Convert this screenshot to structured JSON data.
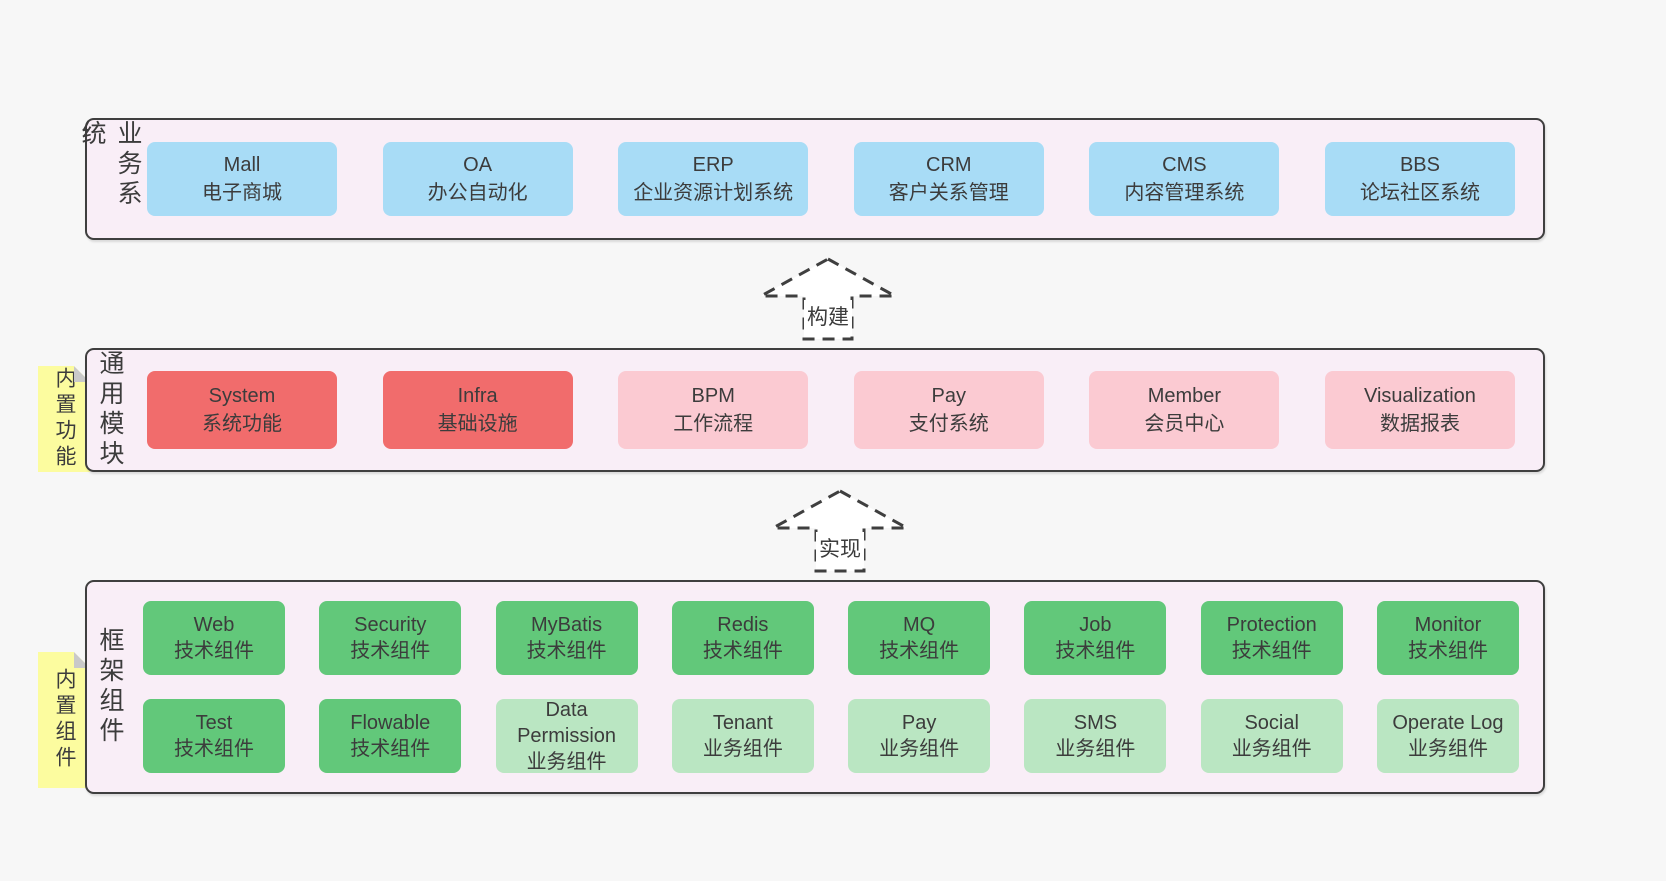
{
  "colors": {
    "background": "#f7f7f7",
    "container_fill": "#f9eef7",
    "container_border": "#3f3f3f",
    "blue": "#a8dcf6",
    "red": "#f16c6c",
    "pink": "#fbcad2",
    "green_dark": "#62c87a",
    "green_light": "#bae6c2",
    "note_yellow": "#fcfc9f",
    "fold_gray": "#c9c9c9",
    "text": "#3c3c3c"
  },
  "layer_business": {
    "label": "业务系统",
    "boxes": [
      {
        "title": "Mall",
        "subtitle": "电子商城",
        "variant": "blue"
      },
      {
        "title": "OA",
        "subtitle": "办公自动化",
        "variant": "blue"
      },
      {
        "title": "ERP",
        "subtitle": "企业资源计划系统",
        "variant": "blue"
      },
      {
        "title": "CRM",
        "subtitle": "客户关系管理",
        "variant": "blue"
      },
      {
        "title": "CMS",
        "subtitle": "内容管理系统",
        "variant": "blue"
      },
      {
        "title": "BBS",
        "subtitle": "论坛社区系统",
        "variant": "blue"
      }
    ]
  },
  "arrow_build": {
    "label": "构建"
  },
  "layer_modules": {
    "label": "通用模块",
    "note": "内置功能",
    "boxes": [
      {
        "title": "System",
        "subtitle": "系统功能",
        "variant": "red"
      },
      {
        "title": "Infra",
        "subtitle": "基础设施",
        "variant": "red"
      },
      {
        "title": "BPM",
        "subtitle": "工作流程",
        "variant": "pink"
      },
      {
        "title": "Pay",
        "subtitle": "支付系统",
        "variant": "pink"
      },
      {
        "title": "Member",
        "subtitle": "会员中心",
        "variant": "pink"
      },
      {
        "title": "Visualization",
        "subtitle": "数据报表",
        "variant": "pink"
      }
    ]
  },
  "arrow_implement": {
    "label": "实现"
  },
  "layer_components": {
    "label": "框架组件",
    "note": "内置组件",
    "row1": [
      {
        "title": "Web",
        "subtitle": "技术组件",
        "variant": "green-dark"
      },
      {
        "title": "Security",
        "subtitle": "技术组件",
        "variant": "green-dark"
      },
      {
        "title": "MyBatis",
        "subtitle": "技术组件",
        "variant": "green-dark"
      },
      {
        "title": "Redis",
        "subtitle": "技术组件",
        "variant": "green-dark"
      },
      {
        "title": "MQ",
        "subtitle": "技术组件",
        "variant": "green-dark"
      },
      {
        "title": "Job",
        "subtitle": "技术组件",
        "variant": "green-dark"
      },
      {
        "title": "Protection",
        "subtitle": "技术组件",
        "variant": "green-dark"
      },
      {
        "title": "Monitor",
        "subtitle": "技术组件",
        "variant": "green-dark"
      }
    ],
    "row2": [
      {
        "title": "Test",
        "subtitle": "技术组件",
        "variant": "green-dark"
      },
      {
        "title": "Flowable",
        "subtitle": "技术组件",
        "variant": "green-dark"
      },
      {
        "title": "Data Permission",
        "subtitle": "业务组件",
        "variant": "green-light"
      },
      {
        "title": "Tenant",
        "subtitle": "业务组件",
        "variant": "green-light"
      },
      {
        "title": "Pay",
        "subtitle": "业务组件",
        "variant": "green-light"
      },
      {
        "title": "SMS",
        "subtitle": "业务组件",
        "variant": "green-light"
      },
      {
        "title": "Social",
        "subtitle": "业务组件",
        "variant": "green-light"
      },
      {
        "title": "Operate Log",
        "subtitle": "业务组件",
        "variant": "green-light"
      }
    ]
  }
}
